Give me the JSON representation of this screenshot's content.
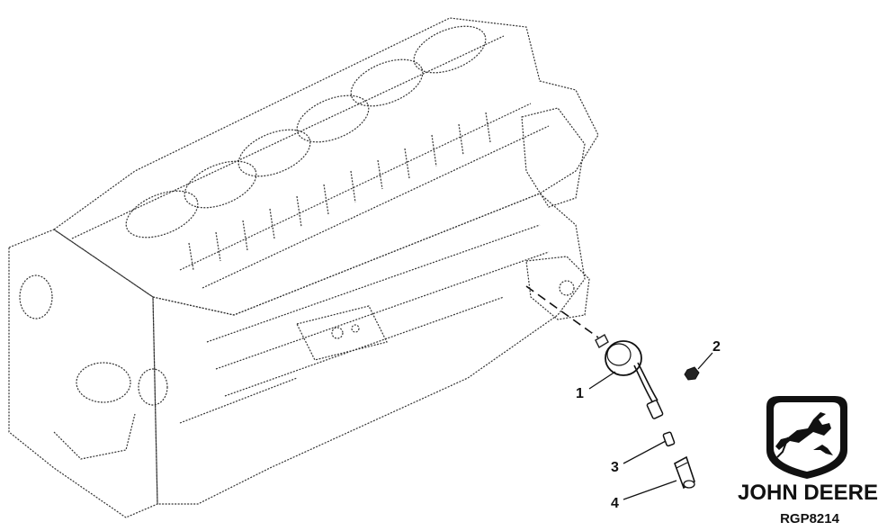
{
  "callouts": [
    {
      "label": "1"
    },
    {
      "label": "2"
    },
    {
      "label": "3"
    },
    {
      "label": "4"
    }
  ],
  "brand": {
    "name": "JOHN DEERE",
    "figure_id": "RGP8214"
  },
  "icons": [
    "john-deere-leaping-deer-logo"
  ],
  "colors": {
    "line": "#222222",
    "background": "#ffffff"
  }
}
